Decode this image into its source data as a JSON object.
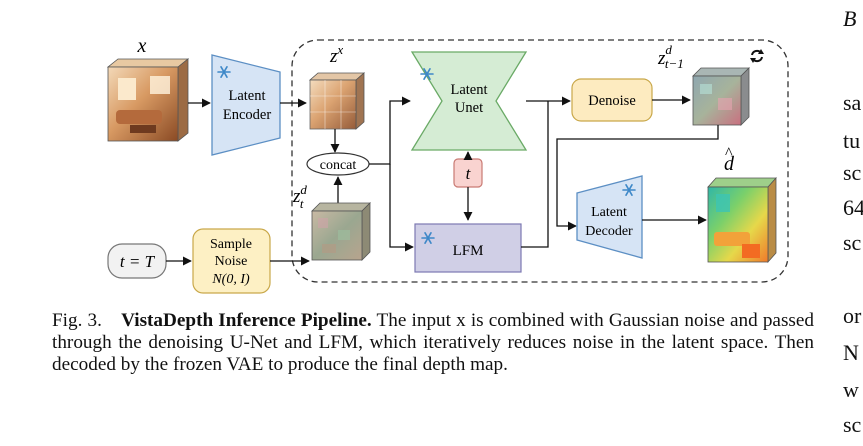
{
  "diagram": {
    "input_label": "x",
    "latent_encoder": [
      "Latent",
      "Encoder"
    ],
    "zx_label": "z",
    "zx_sup": "x",
    "concat_label": "concat",
    "ztd_label": "z",
    "ztd_sup": "d",
    "ztd_sub": "t",
    "t_equals_T": "t = T",
    "sample_noise": [
      "Sample",
      "Noise",
      "N(0, I)"
    ],
    "latent_unet": [
      "Latent",
      "Unet"
    ],
    "t_label": "t",
    "lfm_label": "LFM",
    "denoise_label": "Denoise",
    "zt1_label": "z",
    "zt1_sup": "d",
    "zt1_sub": "t−1",
    "latent_decoder": [
      "Latent",
      "Decoder"
    ],
    "dhat_label": "d",
    "colors": {
      "encoder_fill": "#d6e4f5",
      "unet_fill": "#d5ecd4",
      "denoise_fill": "#fdebc0",
      "lfm_fill": "#d0cfe6",
      "t_fill": "#f9d3d0",
      "noise_fill": "#fdf0c4",
      "snowflake": "#3e88c8"
    }
  },
  "caption": {
    "fig_label": "Fig. 3.",
    "title": "VistaDepth Inference Pipeline.",
    "body": "The input x is combined with Gaussian noise and passed through the denoising U-Net and LFM, which iteratively reduces noise in the latent space. Then decoded by the frozen VAE to produce the final depth map."
  },
  "right_column": [
    "B",
    "sa",
    "tu",
    "sc",
    "64",
    "sc",
    "or",
    "N",
    "w",
    "sc"
  ]
}
